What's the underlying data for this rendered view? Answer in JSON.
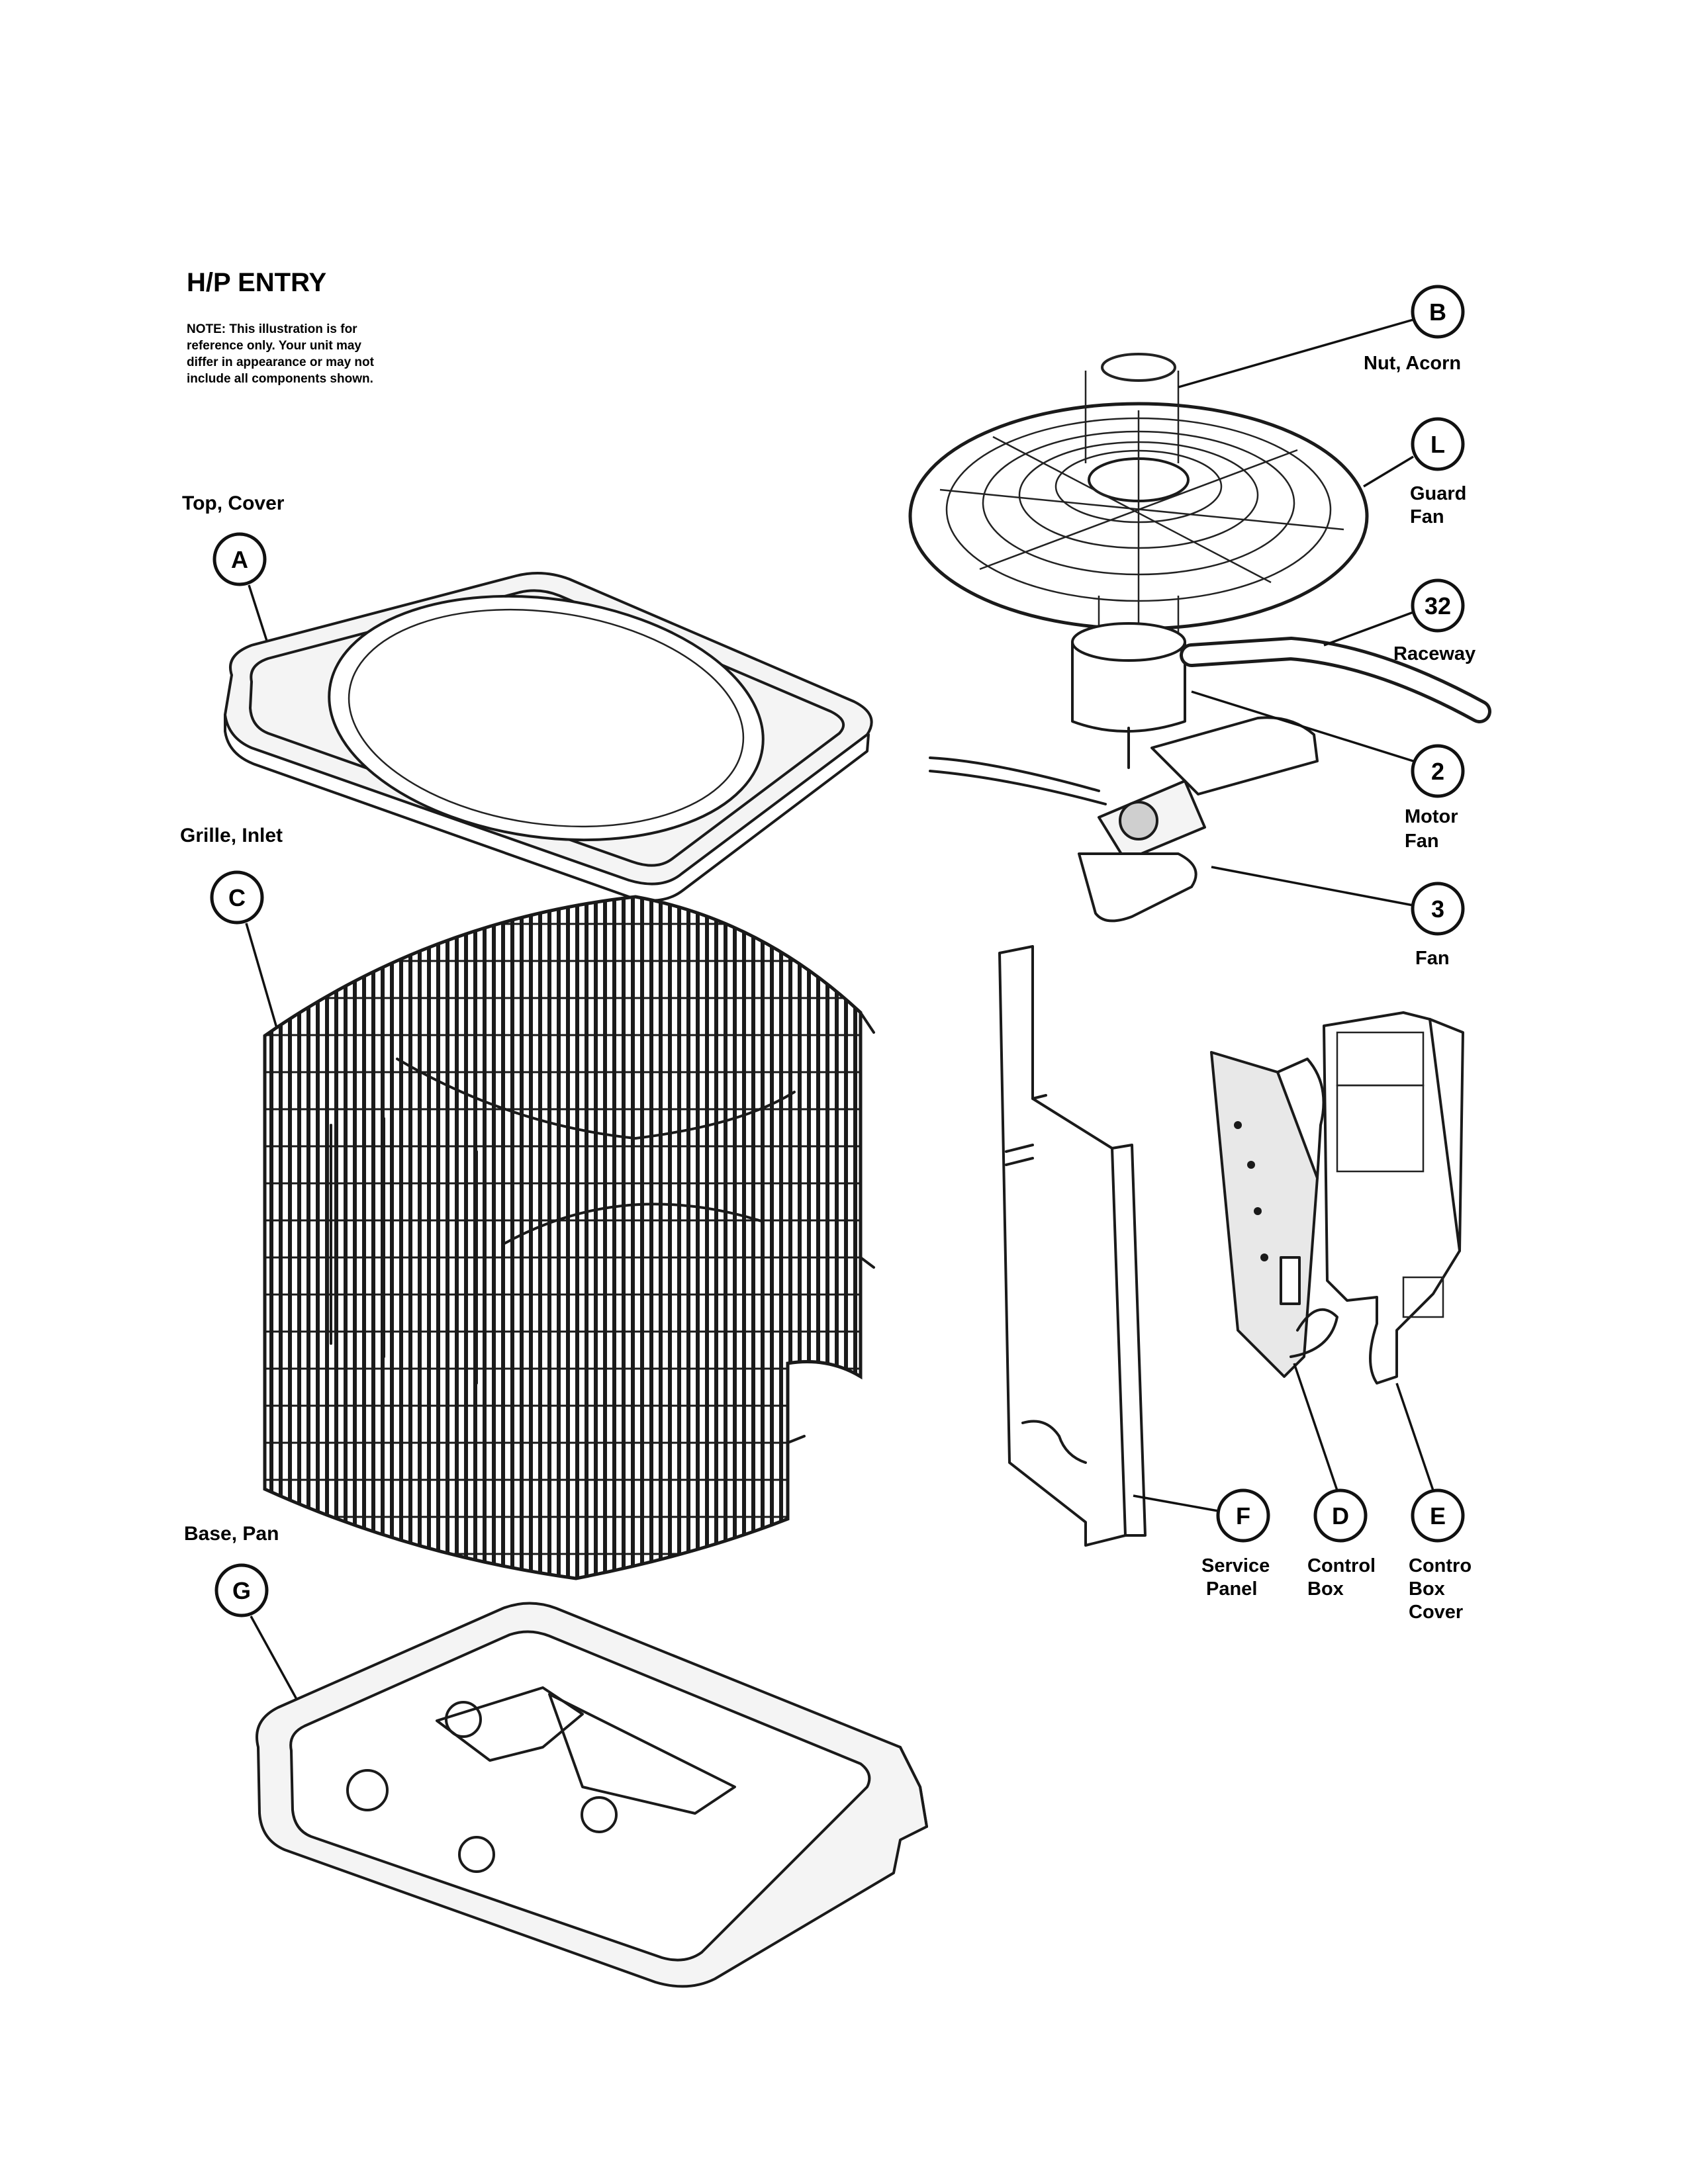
{
  "header": {
    "title": "H/P ENTRY",
    "note_lines": [
      "NOTE: This illustration is for",
      "reference only. Your unit may",
      "differ in appearance or may not",
      "include all components shown."
    ]
  },
  "part_labels": {
    "top_cover": "Top, Cover",
    "grille_inlet": "Grille, Inlet",
    "base_pan": "Base, Pan"
  },
  "callouts": {
    "A": {
      "letter": "A"
    },
    "C": {
      "letter": "C"
    },
    "G": {
      "letter": "G"
    },
    "B": {
      "letter": "B",
      "label": [
        "Nut, Acorn"
      ]
    },
    "L": {
      "letter": "L",
      "label": [
        "Guard",
        "Fan"
      ]
    },
    "32": {
      "letter": "32",
      "label": [
        "Raceway"
      ]
    },
    "2": {
      "letter": "2",
      "label": [
        "Motor",
        "Fan"
      ]
    },
    "3": {
      "letter": "3",
      "label": [
        "Fan"
      ]
    },
    "F": {
      "letter": "F",
      "label": [
        "Service",
        "Panel"
      ]
    },
    "D": {
      "letter": "D",
      "label": [
        "Control",
        "Box"
      ]
    },
    "E": {
      "letter": "E",
      "label": [
        "Contro",
        "Box",
        "Cover"
      ]
    }
  }
}
